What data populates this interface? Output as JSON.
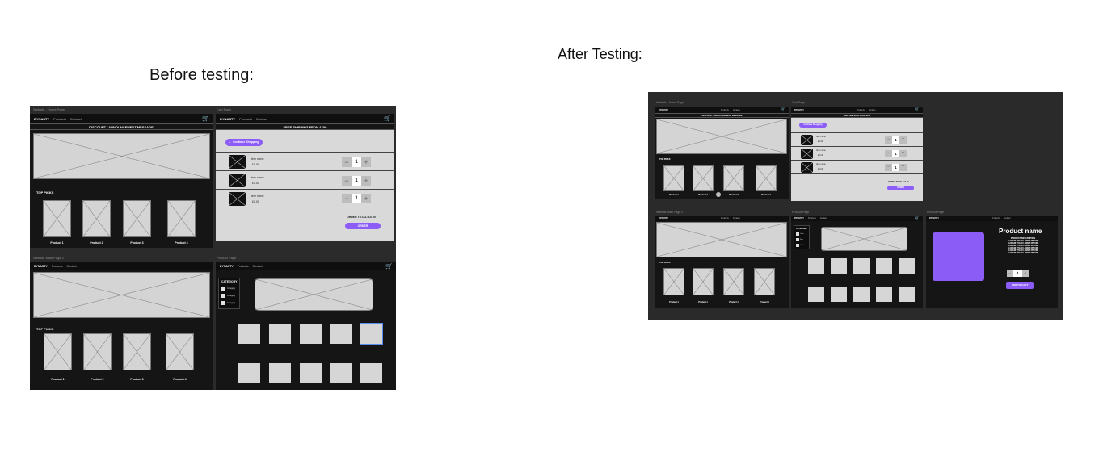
{
  "captions": {
    "before": "Before testing:",
    "after": "After Testing:"
  },
  "before": {
    "home": {
      "title": "Website - Home Page",
      "brand": "DYNASTY",
      "nav": [
        "Products",
        "Contact"
      ],
      "announcement": "DISCOUNT / ANNOUNCEMENT MESSAGE",
      "top_picks": "TOP PICKS",
      "products": [
        "Product 1",
        "Product 2",
        "Product 3",
        "Product 4"
      ]
    },
    "cart": {
      "title": "Cart Page",
      "brand": "DYNASTY",
      "nav": [
        "Products",
        "Contact"
      ],
      "banner": "FREE SHIPPING FROM £100",
      "continue": "← Continue Shopping",
      "items": [
        {
          "name": "Item name",
          "price": "£0.00",
          "qty": "1"
        },
        {
          "name": "Item name",
          "price": "£0.00",
          "qty": "1"
        },
        {
          "name": "Item name",
          "price": "£0.00",
          "qty": "1"
        }
      ],
      "total": "ORDER TOTAL: £0.00",
      "order": "ORDER"
    },
    "main2": {
      "title": "Website Main Page 2",
      "brand": "DYNASTY",
      "nav": [
        "Products",
        "Contact"
      ],
      "top_picks": "TOP PICKS",
      "products": [
        "Product 1",
        "Product 2",
        "Product 3",
        "Product 4"
      ]
    },
    "product": {
      "title": "Product Page",
      "brand": "DYNASTY",
      "nav": [
        "Products",
        "Contact"
      ],
      "category": "CATEGORY",
      "categories": [
        "Category",
        "Category",
        "Category"
      ]
    }
  },
  "after": {
    "home": {
      "title": "Website - Home Page",
      "brand": "DYNASTY",
      "nav": [
        "Products",
        "Contact"
      ],
      "announcement": "DISCOUNT / ANNOUNCEMENT MESSAGE",
      "top_picks": "TOP PICKS",
      "products": [
        "Product 1",
        "Product 2",
        "Product 3",
        "Product 4"
      ]
    },
    "cart": {
      "title": "Cart Page",
      "brand": "DYNASTY",
      "nav": [
        "Products",
        "Contact"
      ],
      "banner": "FREE SHIPPING FROM £100",
      "continue": "Continue Shopping",
      "items": [
        {
          "name": "Item name",
          "price": "£0.00",
          "qty": "1"
        },
        {
          "name": "Item name",
          "price": "£0.00",
          "qty": "1"
        },
        {
          "name": "Item name",
          "price": "£0.00",
          "qty": "1"
        }
      ],
      "total": "ORDER TOTAL: £0.00",
      "order": "ORDER"
    },
    "main2": {
      "title": "Website Main Page 2",
      "brand": "DYNASTY",
      "nav": [
        "Products",
        "Contact"
      ],
      "top_picks": "TOP PICKS",
      "products": [
        "Product 1",
        "Product 1",
        "Product 1",
        "Product 1"
      ]
    },
    "product": {
      "title": "Product Page",
      "brand": "DYNASTY",
      "nav": [
        "Products",
        "Contact"
      ],
      "category": "CATEGORY",
      "categories": [
        "Color",
        "Size",
        "Collection"
      ]
    },
    "product_detail": {
      "title": "Product Page",
      "brand": "DYNASTY",
      "nav": [
        "Products",
        "Contact"
      ],
      "name": "Product name",
      "desc_heading": "PRODUCT DESCRIPTION",
      "desc_lines": [
        "LOREM IPSUM LOREM IPSUM",
        "LOREM IPSUM LOREM IPSUM",
        "LOREM IPSUM LOREM IPSUM",
        "LOREM IPSUM LOREM IPSUM",
        "LOREM IPSUM LOREM IPSUM",
        "LOREM IPSUM LOREM IPSUM"
      ],
      "qty": "1",
      "add": "ADD TO CART"
    }
  },
  "icons": {
    "cart": "cart-icon",
    "placeholder": "image-placeholder-icon"
  },
  "colors": {
    "accent": "#8b5cf6",
    "frame_bg": "#151515",
    "canvas_bg": "#2b2b2b",
    "placeholder": "#d4d4d4"
  }
}
